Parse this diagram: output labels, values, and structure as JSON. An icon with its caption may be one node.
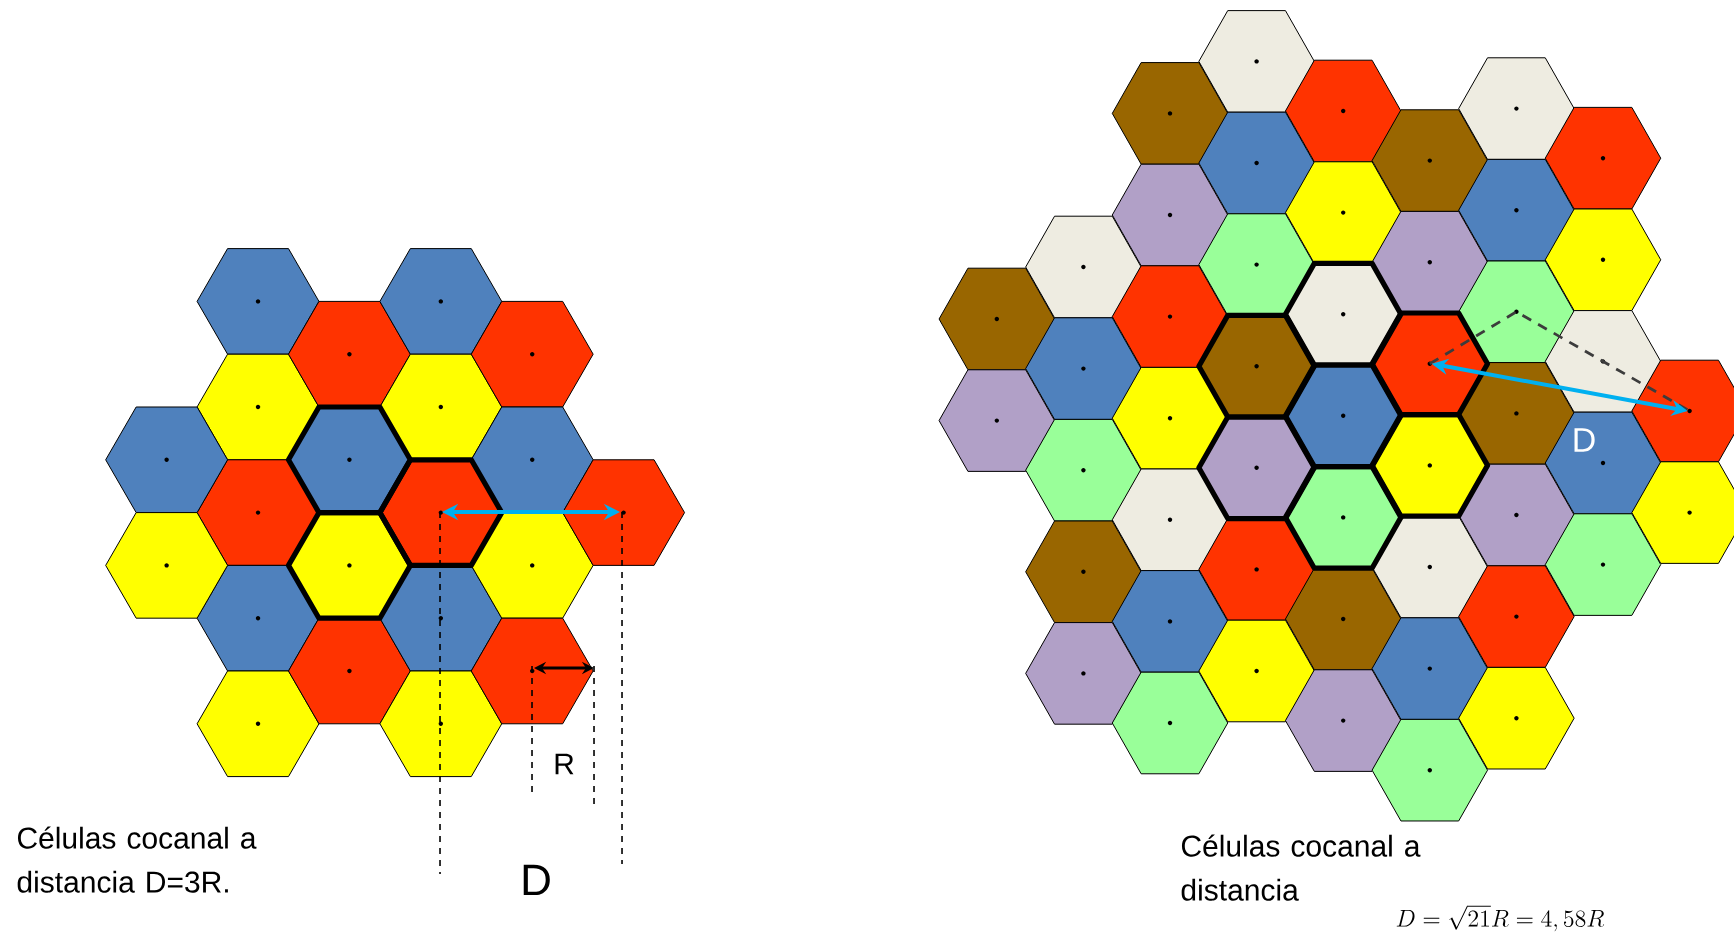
{
  "diagram": {
    "labels": [
      "Células cocanal a distancia D=3R.",
      "R",
      "D",
      "Células cocanal a distancia",
      "D",
      "D=\\sqrt{21}R=4,58R"
    ]
  }
}
